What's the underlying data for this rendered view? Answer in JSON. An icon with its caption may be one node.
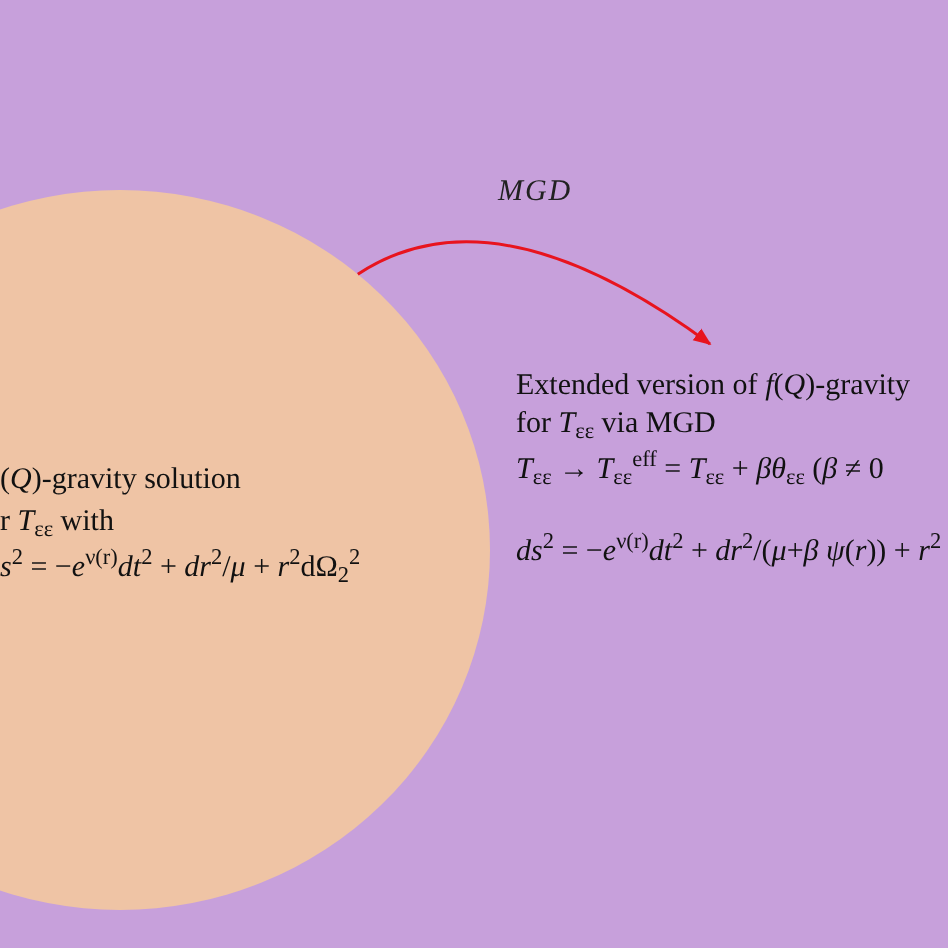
{
  "diagram": {
    "nodes": [
      {
        "text": [
          "(*Q*)-gravity solution",
          "r *T*$_{εε}$ with",
          "*s*$^{2}$ = −*e*$^{ν(r)}$*dt*$^{2}$ + *dr*$^{2}$/*μ* + *r*$^{2}$dΩ$_{2}$$^{2}$"
        ]
      },
      {
        "text": [
          "Extended version of *f*(*Q*)-gravity",
          "for *T*$_{εε}$ via MGD",
          "*T*$_{εε}$ → *T*$_{εε}$$^{eff}$ = *T*$_{εε}$ + *βθ*$_{εε}$ (*β* ≠ 0",
          "*ds*$^{2}$ = −*e*$^{ν(r)}$*dt*$^{2}$ + *dr*$^{2}$/(*μ*+*β ψ*(*r*)) + *r*$^{2}$"
        ]
      }
    ],
    "edges": [
      {
        "from": 0,
        "to": 1,
        "arrow": "to",
        "label": "MGD",
        "color": "#e8141e"
      }
    ]
  }
}
